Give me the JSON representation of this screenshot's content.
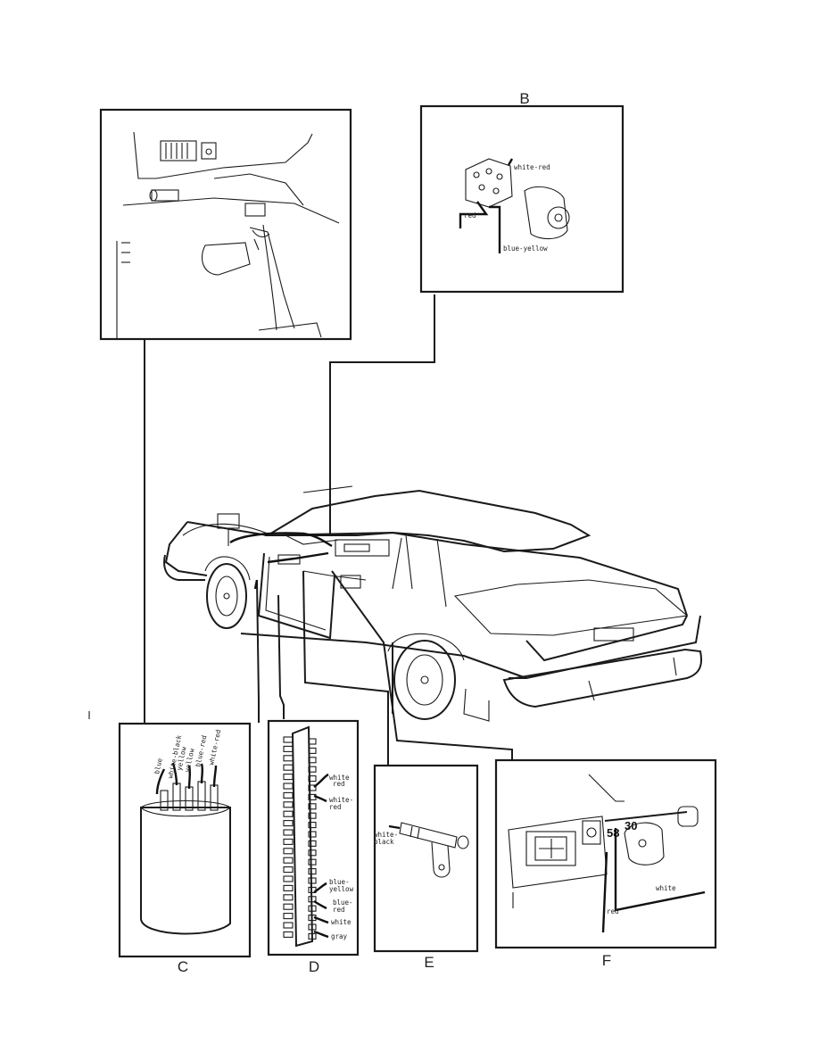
{
  "panels": {
    "b": {
      "letter": "B",
      "wires": [
        "white-red",
        "red",
        "blue-yellow"
      ]
    },
    "c": {
      "letter": "C",
      "wires": [
        "blue",
        "white-black",
        "yellow",
        "yellow",
        "blue-red",
        "white-red"
      ]
    },
    "d": {
      "letter": "D",
      "wires": [
        "white",
        "red",
        "white-",
        "red",
        "blue-",
        "yellow",
        "blue-",
        "red",
        "white",
        "gray"
      ]
    },
    "e": {
      "letter": "E",
      "wires": [
        "white-",
        "black"
      ]
    },
    "f": {
      "letter": "F",
      "terminals": [
        "58",
        "30"
      ],
      "wires": [
        "white",
        "red"
      ]
    }
  }
}
